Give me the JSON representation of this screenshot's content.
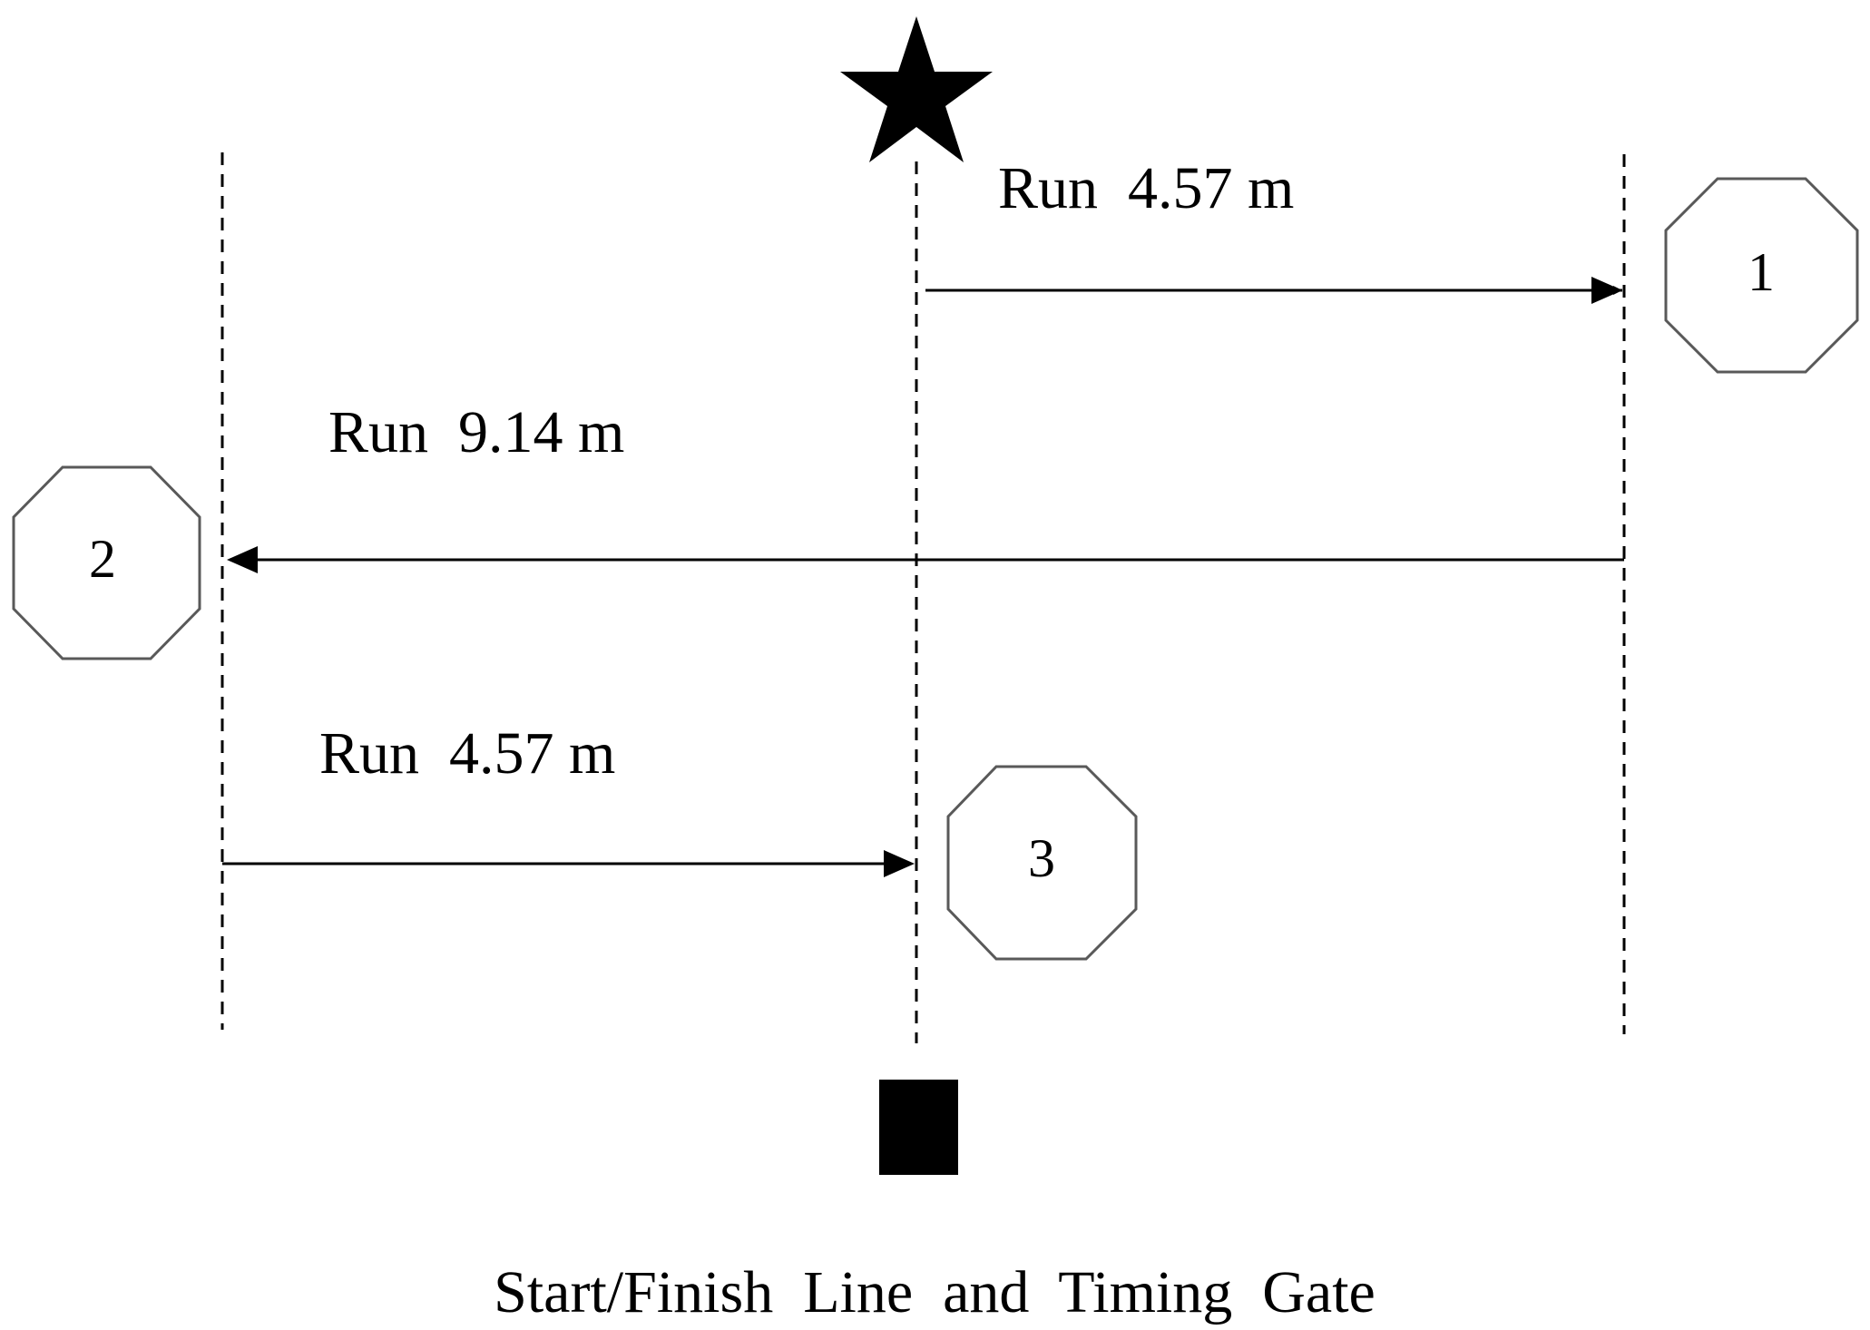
{
  "runs": [
    {
      "label": "Run  4.57 m",
      "direction": "right"
    },
    {
      "label": "Run  9.14 m",
      "direction": "left"
    },
    {
      "label": "Run  4.57 m",
      "direction": "right"
    }
  ],
  "cones": [
    {
      "label": "1"
    },
    {
      "label": "2"
    },
    {
      "label": "3"
    }
  ],
  "start_marker": "star-icon",
  "timing_gate_marker": "filled-square",
  "caption": "Start/Finish  Line  and  Timing  Gate"
}
